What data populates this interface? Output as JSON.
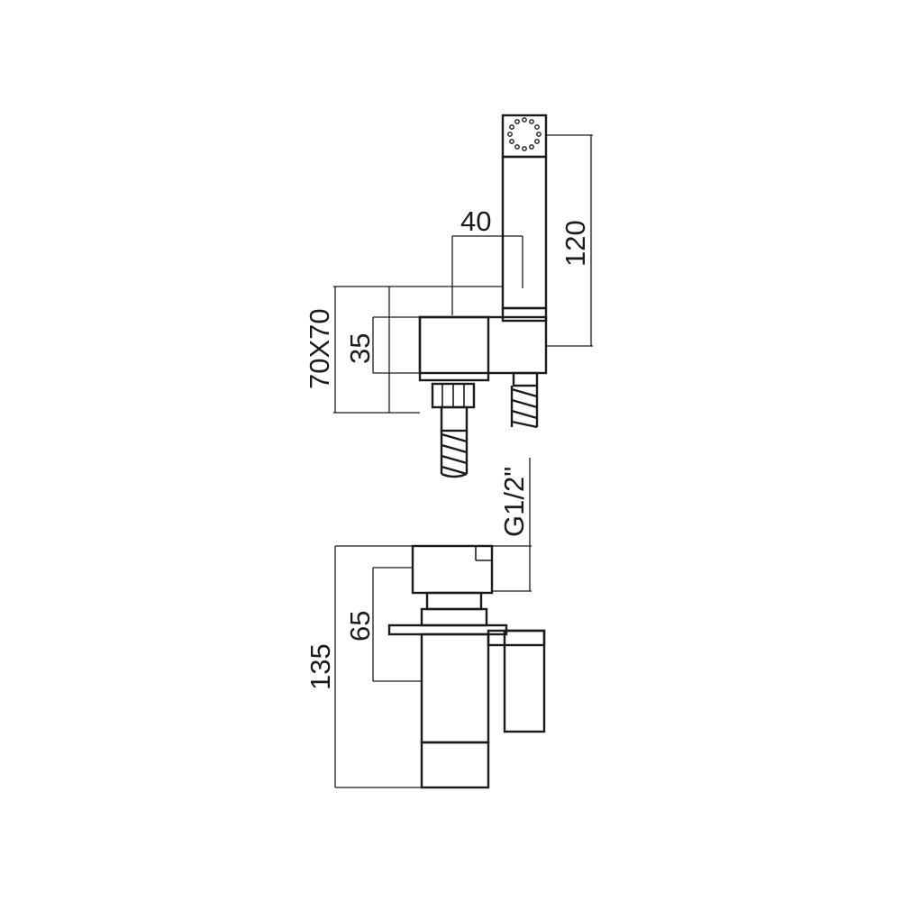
{
  "dimensions": {
    "width_40": "40",
    "height_120": "120",
    "plate_70x70": "70X70",
    "body_35": "35",
    "thread": "G1/2\"",
    "depth_65": "65",
    "depth_135": "135"
  },
  "colors": {
    "line": "#1a1a1a",
    "background": "#ffffff"
  }
}
